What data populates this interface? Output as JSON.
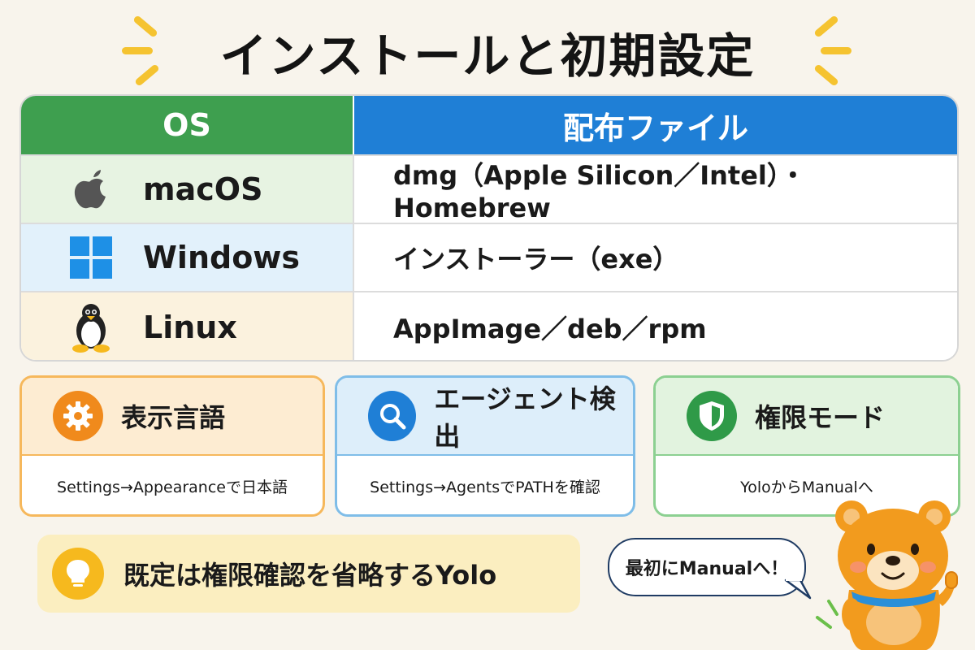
{
  "title": "インストールと初期設定",
  "table": {
    "headers": {
      "os": "OS",
      "file": "配布ファイル"
    },
    "rows": [
      {
        "os": "macOS",
        "icon": "apple-icon",
        "bg": "#e7f3e2",
        "file": "dmg（Apple Silicon／Intel）・Homebrew"
      },
      {
        "os": "Windows",
        "icon": "windows-icon",
        "bg": "#e2f1fb",
        "file": "インストーラー（exe）"
      },
      {
        "os": "Linux",
        "icon": "linux-penguin-icon",
        "bg": "#fbf2de",
        "file": "AppImage／deb／rpm"
      }
    ]
  },
  "cards": [
    {
      "title": "表示言語",
      "desc": "Settings→Appearanceで日本語",
      "icon": "gear-icon",
      "accent": "#f08a1c",
      "border": "#f6b85c",
      "bg": "#fdecd2"
    },
    {
      "title": "エージェント検出",
      "desc": "Settings→AgentsでPATHを確認",
      "icon": "search-icon",
      "accent": "#1f7fd6",
      "border": "#7fbde8",
      "bg": "#ddeefa"
    },
    {
      "title": "権限モード",
      "desc": "YoloからManualへ",
      "icon": "shield-icon",
      "accent": "#2f9a48",
      "border": "#8cd091",
      "bg": "#e2f3df"
    }
  ],
  "note": {
    "text": "既定は権限確認を省略するYolo",
    "icon": "lightbulb-icon"
  },
  "bubble": {
    "text": "最初にManualへ！"
  },
  "mascot": {
    "icon": "bear-mascot-icon"
  }
}
